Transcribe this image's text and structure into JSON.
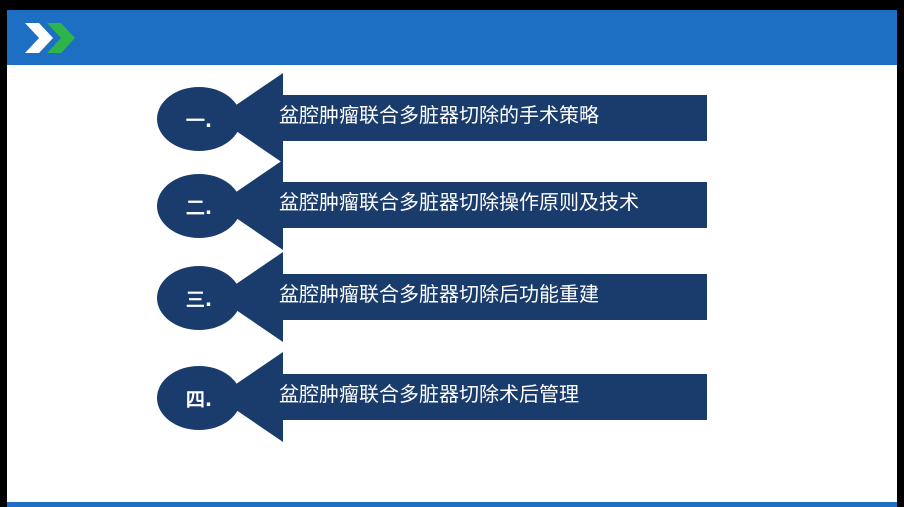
{
  "header": {
    "logo_icon": "double-chevron-right-icon"
  },
  "colors": {
    "header": "#1d6fc4",
    "navy": "#1a3c6c",
    "logo_white": "#ffffff",
    "logo_green": "#2fb44a"
  },
  "items": [
    {
      "number": "一.",
      "text": "盆腔肿瘤联合多脏器切除的手术策略"
    },
    {
      "number": "二.",
      "text": "盆腔肿瘤联合多脏器切除操作原则及技术"
    },
    {
      "number": "三.",
      "text": "盆腔肿瘤联合多脏器切除后功能重建"
    },
    {
      "number": "四.",
      "text": "盆腔肿瘤联合多脏器切除术后管理"
    }
  ]
}
